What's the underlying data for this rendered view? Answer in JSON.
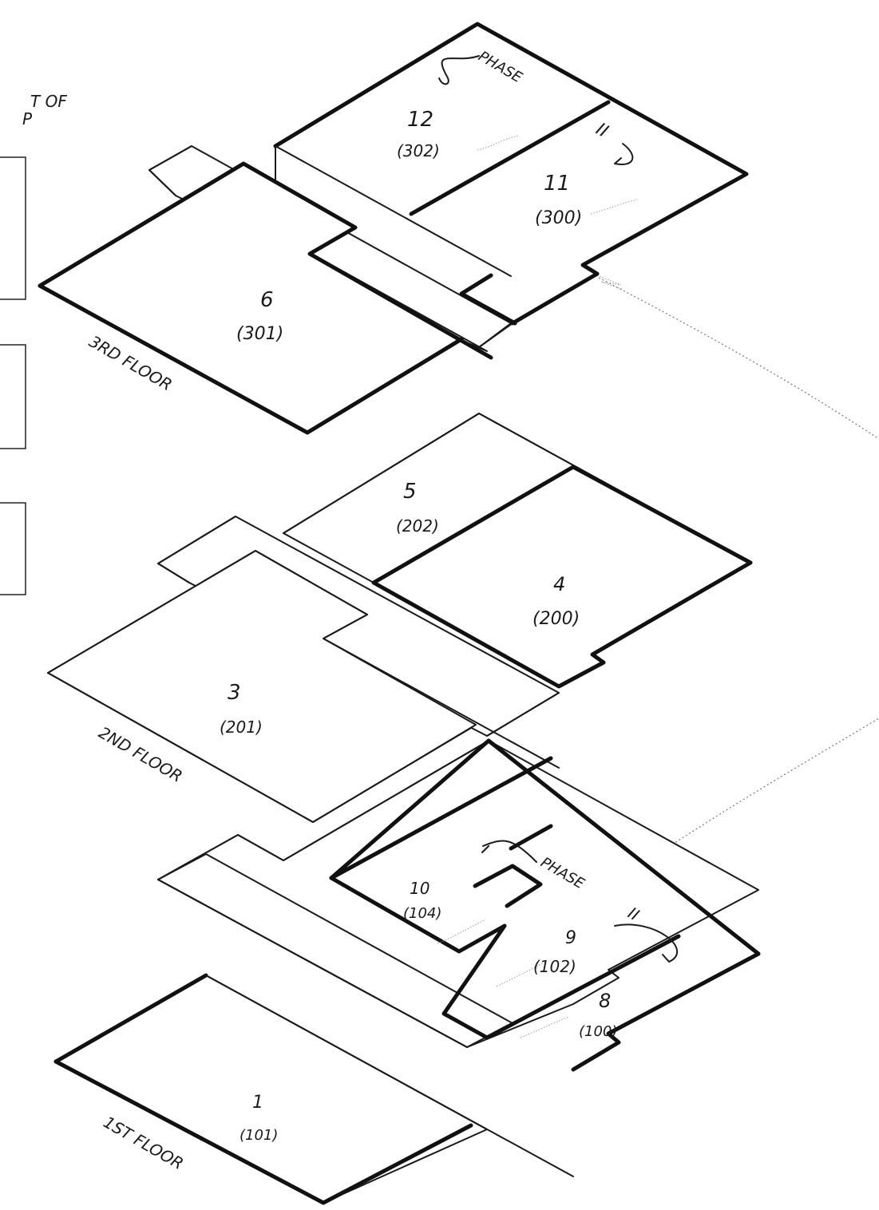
{
  "legend": {
    "title_line1": "T OF",
    "title_line2": "P"
  },
  "floors": [
    {
      "label": "3RD FLOOR",
      "units": [
        {
          "number": "12",
          "room": "(302)"
        },
        {
          "number": "11",
          "room": "(300)"
        },
        {
          "number": "6",
          "room": "(301)"
        }
      ],
      "phase": {
        "word": "PHASE",
        "numeral": "II"
      }
    },
    {
      "label": "2ND FLOOR",
      "units": [
        {
          "number": "5",
          "room": "(202)"
        },
        {
          "number": "4",
          "room": "(200)"
        },
        {
          "number": "3",
          "room": "(201)"
        }
      ]
    },
    {
      "label": "1ST FLOOR",
      "units": [
        {
          "number": "10",
          "room": "(104)"
        },
        {
          "number": "9",
          "room": "(102)"
        },
        {
          "number": "8",
          "room": "(100)"
        },
        {
          "number": "1",
          "room": "(101)"
        }
      ],
      "phase": {
        "word": "PHASE",
        "numeral": "II"
      }
    }
  ]
}
